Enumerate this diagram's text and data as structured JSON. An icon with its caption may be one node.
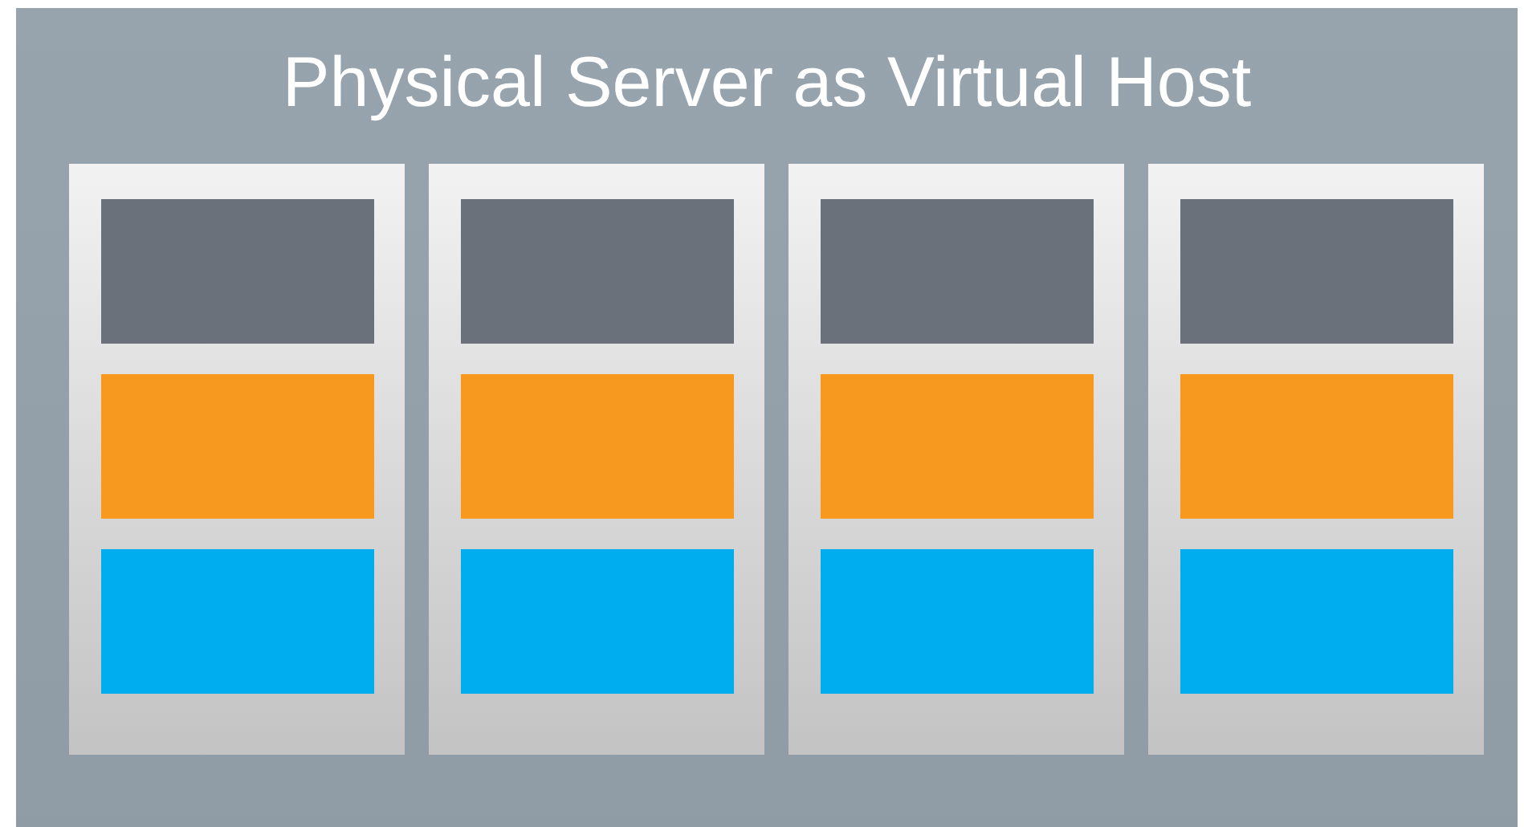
{
  "diagram": {
    "nodes": [
      {
        "text": [
          "Physical Server as Virtual Host"
        ]
      },
      {
        "text": [],
        "shape": "box",
        "in": 0
      },
      {
        "text": [],
        "shape": "box",
        "in": 1
      },
      {
        "text": [],
        "shape": "box",
        "in": 1
      },
      {
        "text": [],
        "shape": "box",
        "in": 1
      },
      {
        "text": [],
        "shape": "box",
        "in": 0
      },
      {
        "text": [],
        "shape": "box",
        "in": 5
      },
      {
        "text": [],
        "shape": "box",
        "in": 5
      },
      {
        "text": [],
        "shape": "box",
        "in": 5
      },
      {
        "text": [],
        "shape": "box",
        "in": 0
      },
      {
        "text": [],
        "shape": "box",
        "in": 9
      },
      {
        "text": [],
        "shape": "box",
        "in": 9
      },
      {
        "text": [],
        "shape": "box",
        "in": 9
      },
      {
        "text": [],
        "shape": "box",
        "in": 0
      },
      {
        "text": [],
        "shape": "box",
        "in": 13
      },
      {
        "text": [],
        "shape": "box",
        "in": 13
      },
      {
        "text": [],
        "shape": "box",
        "in": 13
      }
    ]
  }
}
